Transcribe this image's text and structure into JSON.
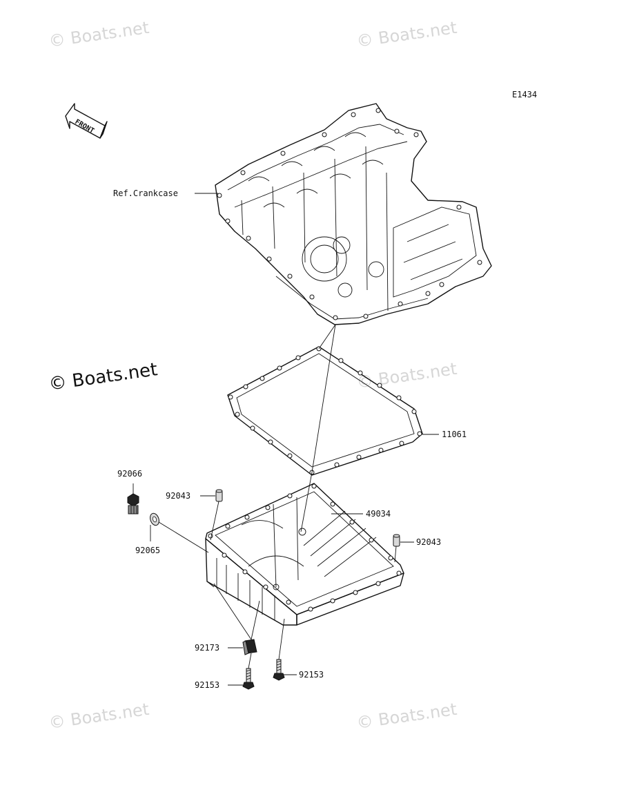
{
  "diagram_code": "E1434",
  "front_arrow_text": "FRONT",
  "watermarks": {
    "faint": "© Boats.net",
    "prominent": "© Boats.net"
  },
  "labels": {
    "ref_crankcase": "Ref.Crankcase",
    "gasket": "11061",
    "drain_plug": "92066",
    "drain_washer": "92065",
    "dowel_left": "92043",
    "dowel_right": "92043",
    "oil_pan": "49034",
    "clip": "92173",
    "bolt_left": "92153",
    "bolt_right": "92153"
  }
}
